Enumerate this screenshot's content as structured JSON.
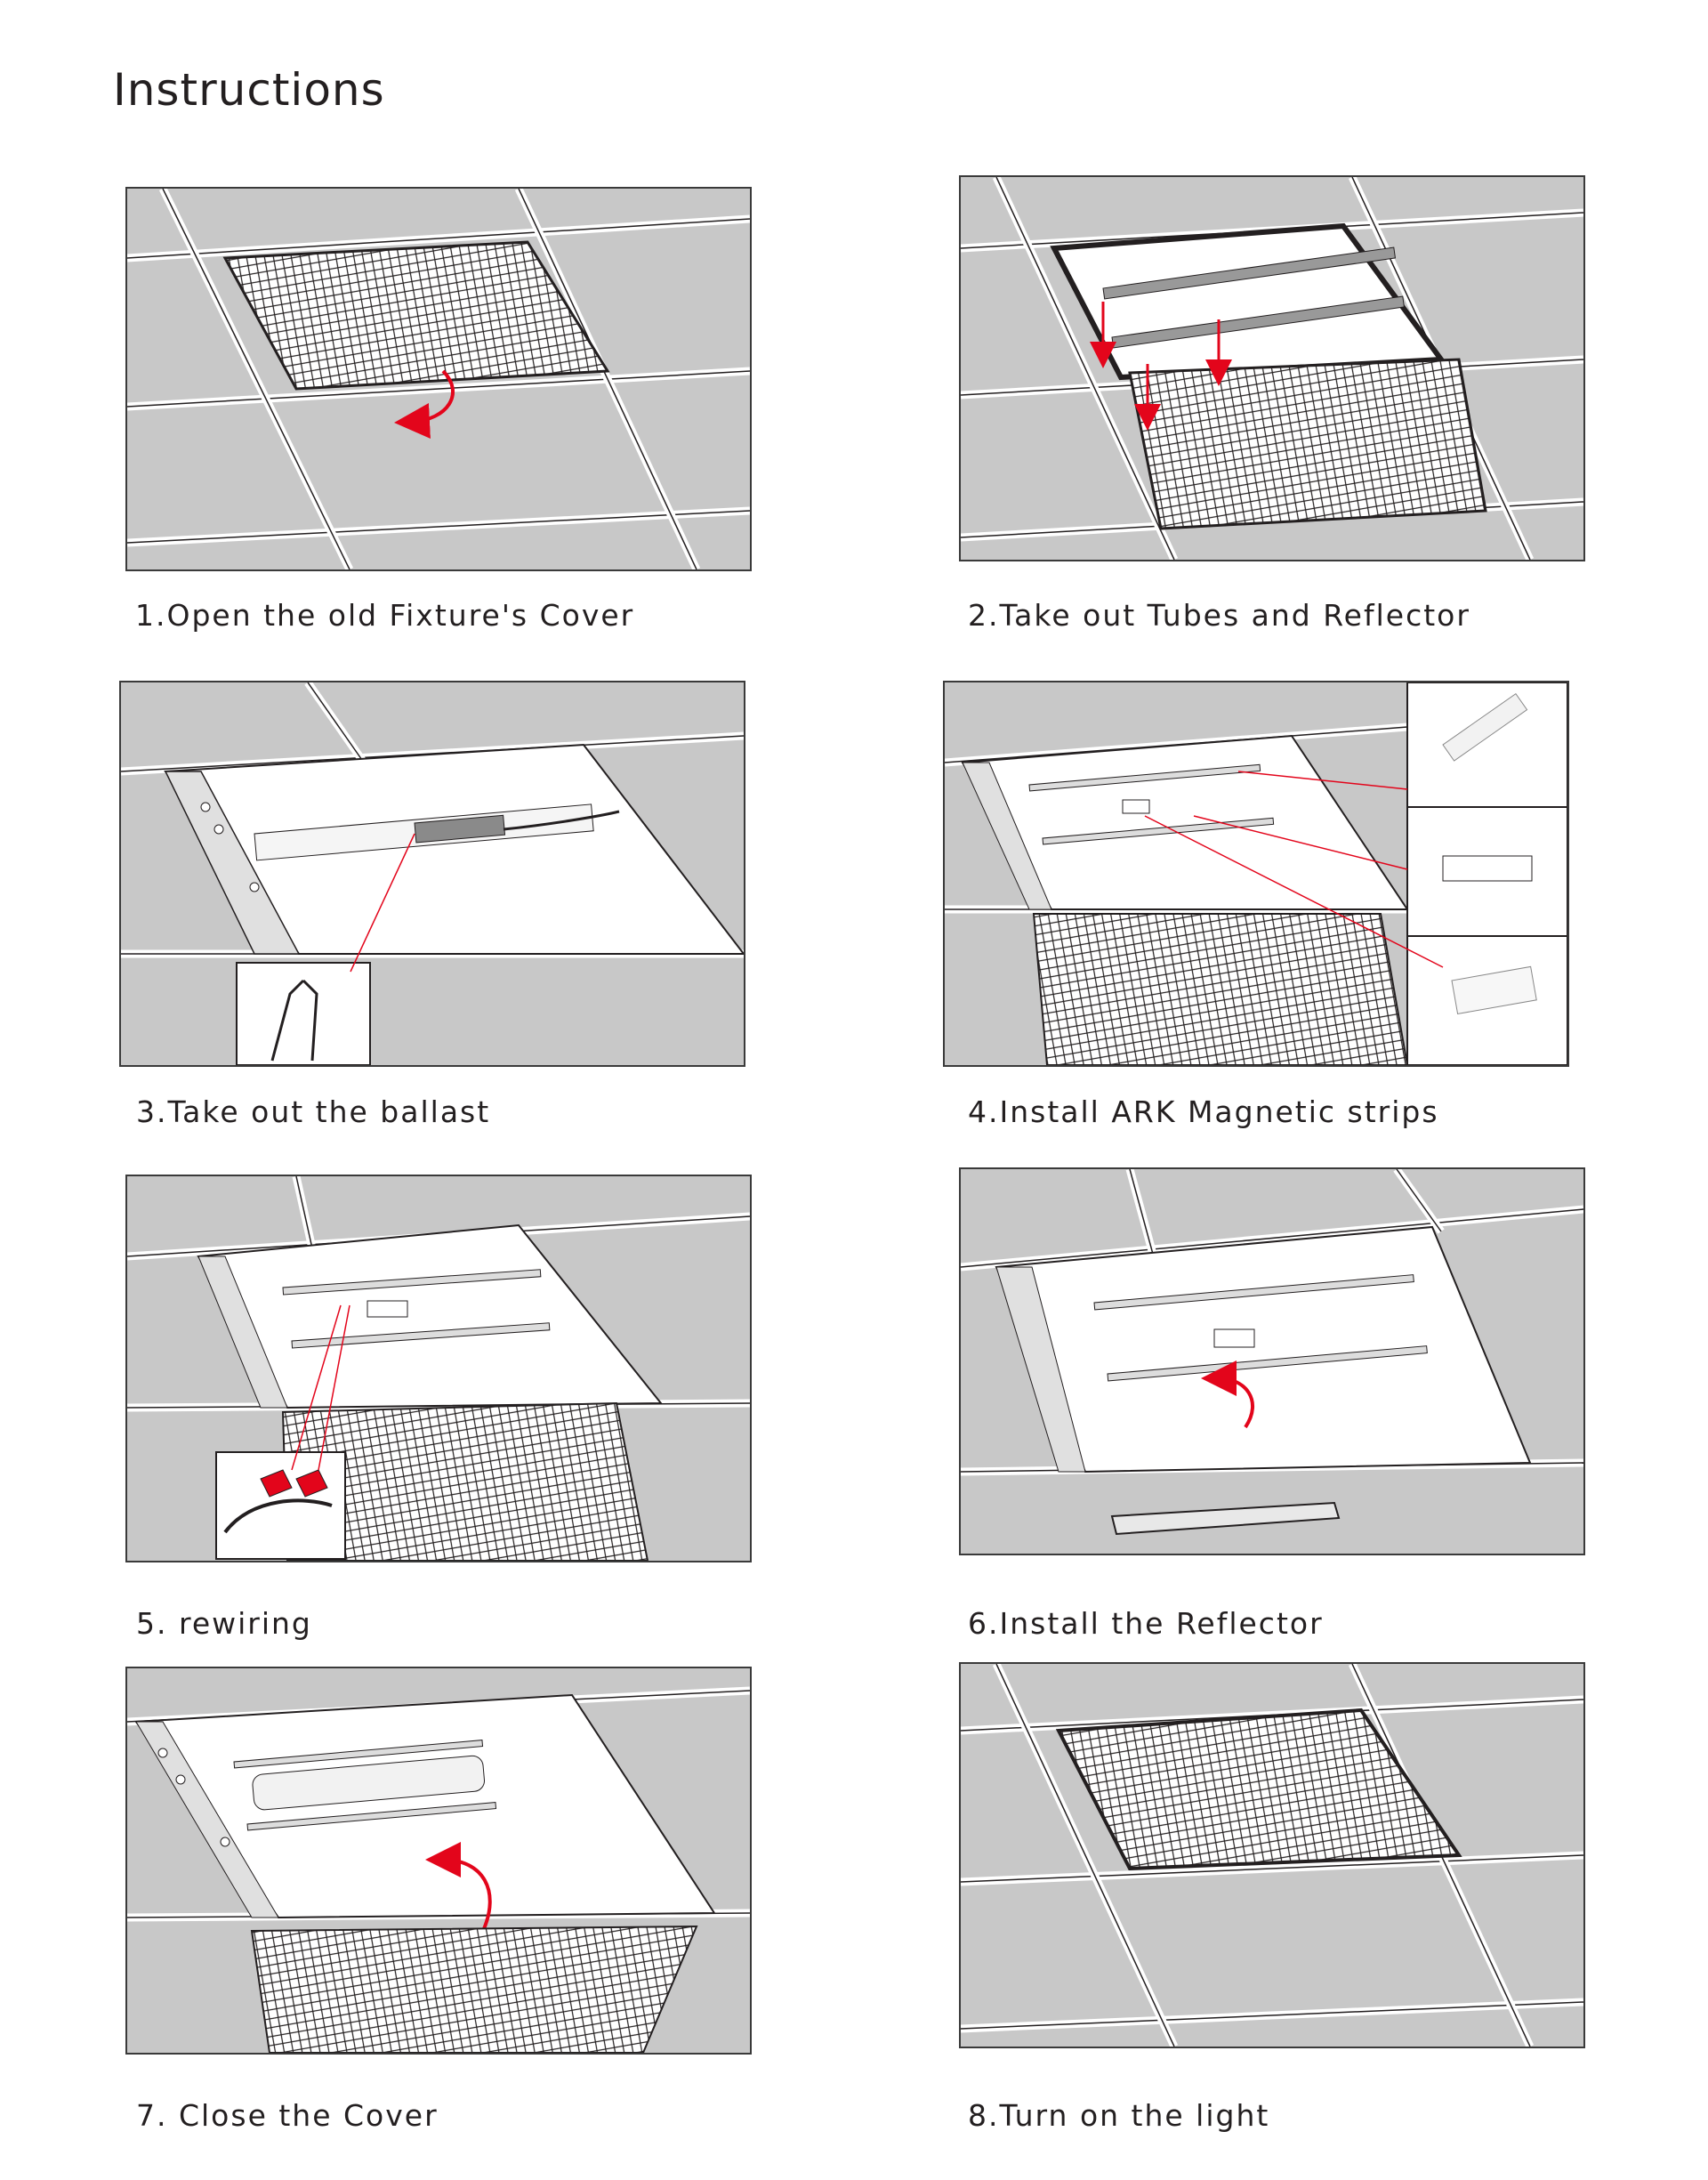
{
  "page": {
    "title": "Instructions"
  },
  "steps": [
    {
      "caption": "1.Open the old Fixture's Cover"
    },
    {
      "caption": "2.Take out Tubes and Reflector"
    },
    {
      "caption": "3.Take out the ballast"
    },
    {
      "caption": "4.Install ARK Magnetic strips"
    },
    {
      "caption": "5. rewiring"
    },
    {
      "caption": "6.Install the Reflector"
    },
    {
      "caption": "7. Close the Cover"
    },
    {
      "caption": "8.Turn on the light"
    }
  ],
  "colors": {
    "ceiling_tile": "#c8c8c8",
    "grid_rail": "#ffffff",
    "line": "#231f20",
    "arrow": "#e3051b"
  }
}
